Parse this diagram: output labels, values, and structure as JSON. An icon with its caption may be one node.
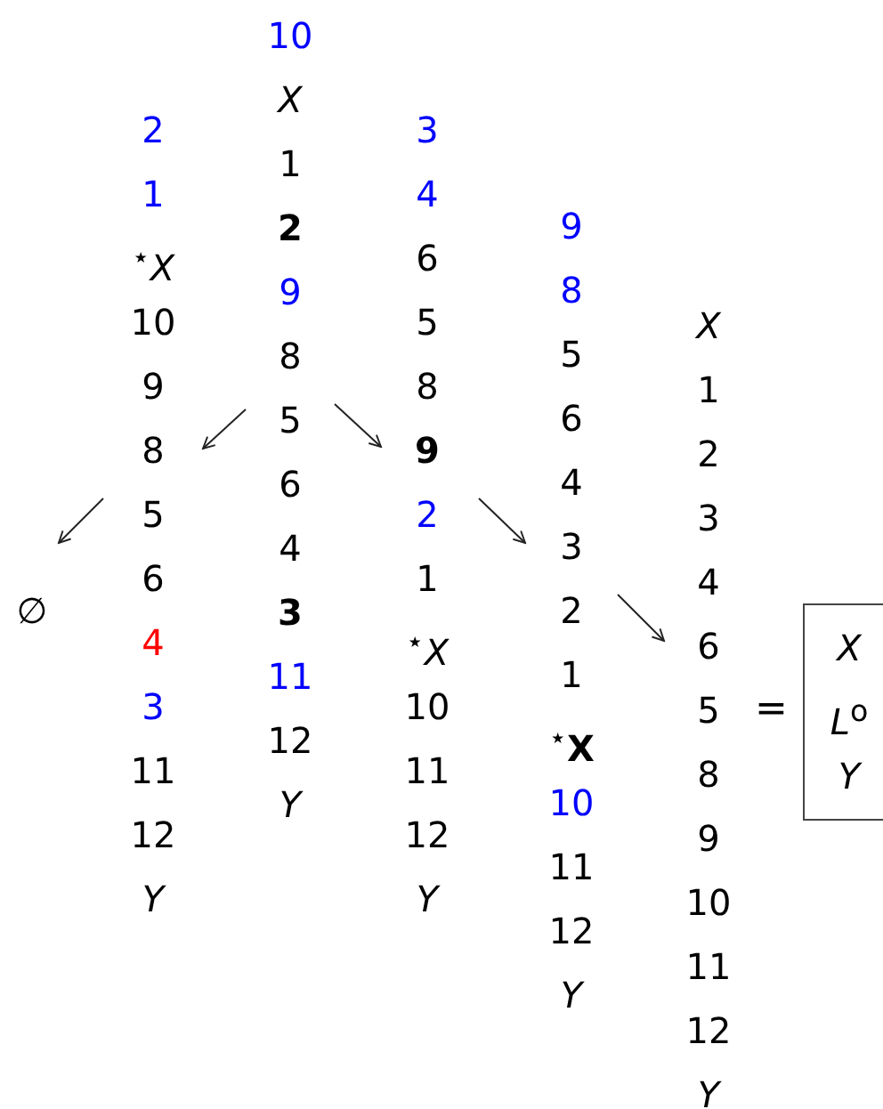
{
  "diagram": {
    "nodes": [
      {
        "text": [
          "10",
          "X",
          "1",
          "**2**",
          "9",
          "8",
          "5",
          "6",
          "4",
          "**3**",
          "11",
          "12",
          "Y"
        ]
      },
      {
        "text": [
          "2",
          "1",
          "$^{⋆}$*X*",
          "10",
          "9",
          "8",
          "5",
          "6",
          "4",
          "3",
          "11",
          "12",
          "Y"
        ]
      },
      {
        "text": [
          "∅"
        ]
      },
      {
        "text": [
          "3",
          "4",
          "6",
          "5",
          "8",
          "**9**",
          "2",
          "1",
          "$^{⋆}$*X*",
          "10",
          "11",
          "12",
          "Y"
        ]
      },
      {
        "text": [
          "9",
          "8",
          "5",
          "6",
          "4",
          "3",
          "2",
          "1",
          "$^{⋆}$**X**",
          "10",
          "11",
          "12",
          "Y"
        ]
      },
      {
        "text": [
          "X",
          "1",
          "2",
          "3",
          "4",
          "6",
          "5",
          "8",
          "9",
          "10",
          "11",
          "12",
          "Y"
        ]
      },
      {
        "text": [
          "X",
          "*L*$^{o}$",
          "Y"
        ]
      }
    ],
    "edges": [
      {
        "from": 0,
        "to": 1,
        "arrow": "to"
      },
      {
        "from": 0,
        "to": 3,
        "arrow": "to"
      },
      {
        "from": 1,
        "to": 2,
        "arrow": "to"
      },
      {
        "from": 3,
        "to": 4,
        "arrow": "to"
      },
      {
        "from": 4,
        "to": 5,
        "arrow": "to"
      }
    ],
    "labels": [
      "="
    ]
  }
}
